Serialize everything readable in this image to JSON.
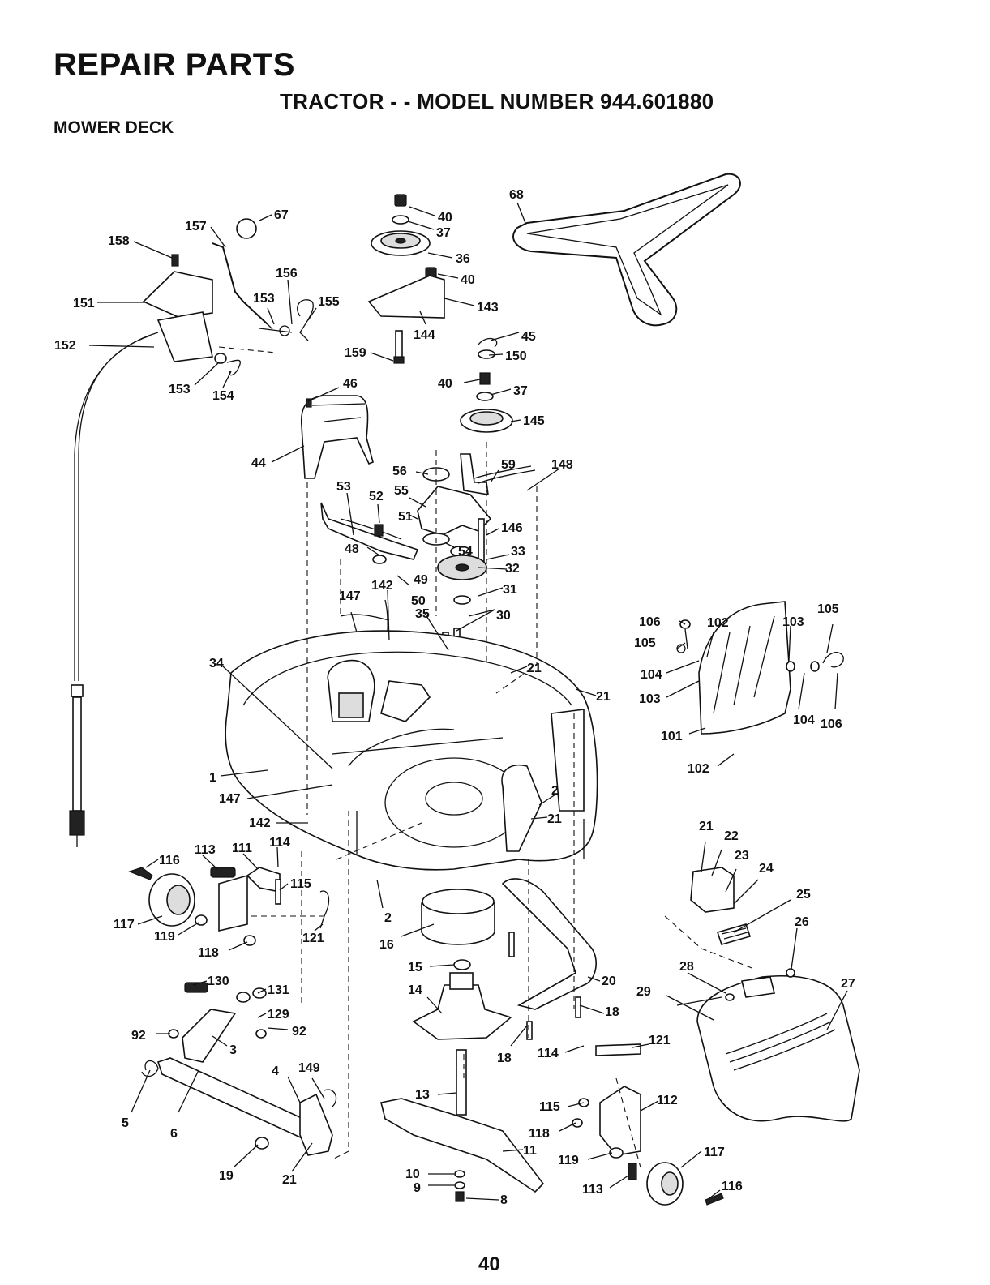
{
  "header": {
    "title": "REPAIR PARTS",
    "subtitle": "TRACTOR - - MODEL NUMBER 944.601880",
    "section": "MOWER DECK"
  },
  "page_number": "40",
  "part_labels": [
    {
      "text": "68"
    },
    {
      "text": "40"
    },
    {
      "text": "37"
    },
    {
      "text": "36"
    },
    {
      "text": "40"
    },
    {
      "text": "143"
    },
    {
      "text": "144"
    },
    {
      "text": "45"
    },
    {
      "text": "150"
    },
    {
      "text": "159"
    },
    {
      "text": "40"
    },
    {
      "text": "37"
    },
    {
      "text": "145"
    },
    {
      "text": "157"
    },
    {
      "text": "67"
    },
    {
      "text": "158"
    },
    {
      "text": "156"
    },
    {
      "text": "151"
    },
    {
      "text": "153"
    },
    {
      "text": "155"
    },
    {
      "text": "152"
    },
    {
      "text": "153"
    },
    {
      "text": "154"
    },
    {
      "text": "46"
    },
    {
      "text": "44"
    },
    {
      "text": "56"
    },
    {
      "text": "59"
    },
    {
      "text": "148"
    },
    {
      "text": "53"
    },
    {
      "text": "52"
    },
    {
      "text": "55"
    },
    {
      "text": "51"
    },
    {
      "text": "146"
    },
    {
      "text": "48"
    },
    {
      "text": "54"
    },
    {
      "text": "33"
    },
    {
      "text": "32"
    },
    {
      "text": "49"
    },
    {
      "text": "142"
    },
    {
      "text": "31"
    },
    {
      "text": "147"
    },
    {
      "text": "50"
    },
    {
      "text": "30"
    },
    {
      "text": "35"
    },
    {
      "text": "34"
    },
    {
      "text": "21"
    },
    {
      "text": "21"
    },
    {
      "text": "106"
    },
    {
      "text": "102"
    },
    {
      "text": "103"
    },
    {
      "text": "105"
    },
    {
      "text": "105"
    },
    {
      "text": "104"
    },
    {
      "text": "103"
    },
    {
      "text": "104"
    },
    {
      "text": "106"
    },
    {
      "text": "101"
    },
    {
      "text": "102"
    },
    {
      "text": "1"
    },
    {
      "text": "147"
    },
    {
      "text": "2"
    },
    {
      "text": "21"
    },
    {
      "text": "142"
    },
    {
      "text": "116"
    },
    {
      "text": "113"
    },
    {
      "text": "111"
    },
    {
      "text": "114"
    },
    {
      "text": "115"
    },
    {
      "text": "117"
    },
    {
      "text": "119"
    },
    {
      "text": "121"
    },
    {
      "text": "118"
    },
    {
      "text": "2"
    },
    {
      "text": "16"
    },
    {
      "text": "21"
    },
    {
      "text": "22"
    },
    {
      "text": "23"
    },
    {
      "text": "24"
    },
    {
      "text": "25"
    },
    {
      "text": "26"
    },
    {
      "text": "130"
    },
    {
      "text": "131"
    },
    {
      "text": "129"
    },
    {
      "text": "92"
    },
    {
      "text": "92"
    },
    {
      "text": "3"
    },
    {
      "text": "15"
    },
    {
      "text": "14"
    },
    {
      "text": "20"
    },
    {
      "text": "28"
    },
    {
      "text": "29"
    },
    {
      "text": "27"
    },
    {
      "text": "18"
    },
    {
      "text": "18"
    },
    {
      "text": "114"
    },
    {
      "text": "121"
    },
    {
      "text": "4"
    },
    {
      "text": "149"
    },
    {
      "text": "5"
    },
    {
      "text": "6"
    },
    {
      "text": "13"
    },
    {
      "text": "115"
    },
    {
      "text": "112"
    },
    {
      "text": "118"
    },
    {
      "text": "11"
    },
    {
      "text": "19"
    },
    {
      "text": "21"
    },
    {
      "text": "119"
    },
    {
      "text": "117"
    },
    {
      "text": "10"
    },
    {
      "text": "9"
    },
    {
      "text": "8"
    },
    {
      "text": "113"
    },
    {
      "text": "116"
    }
  ]
}
